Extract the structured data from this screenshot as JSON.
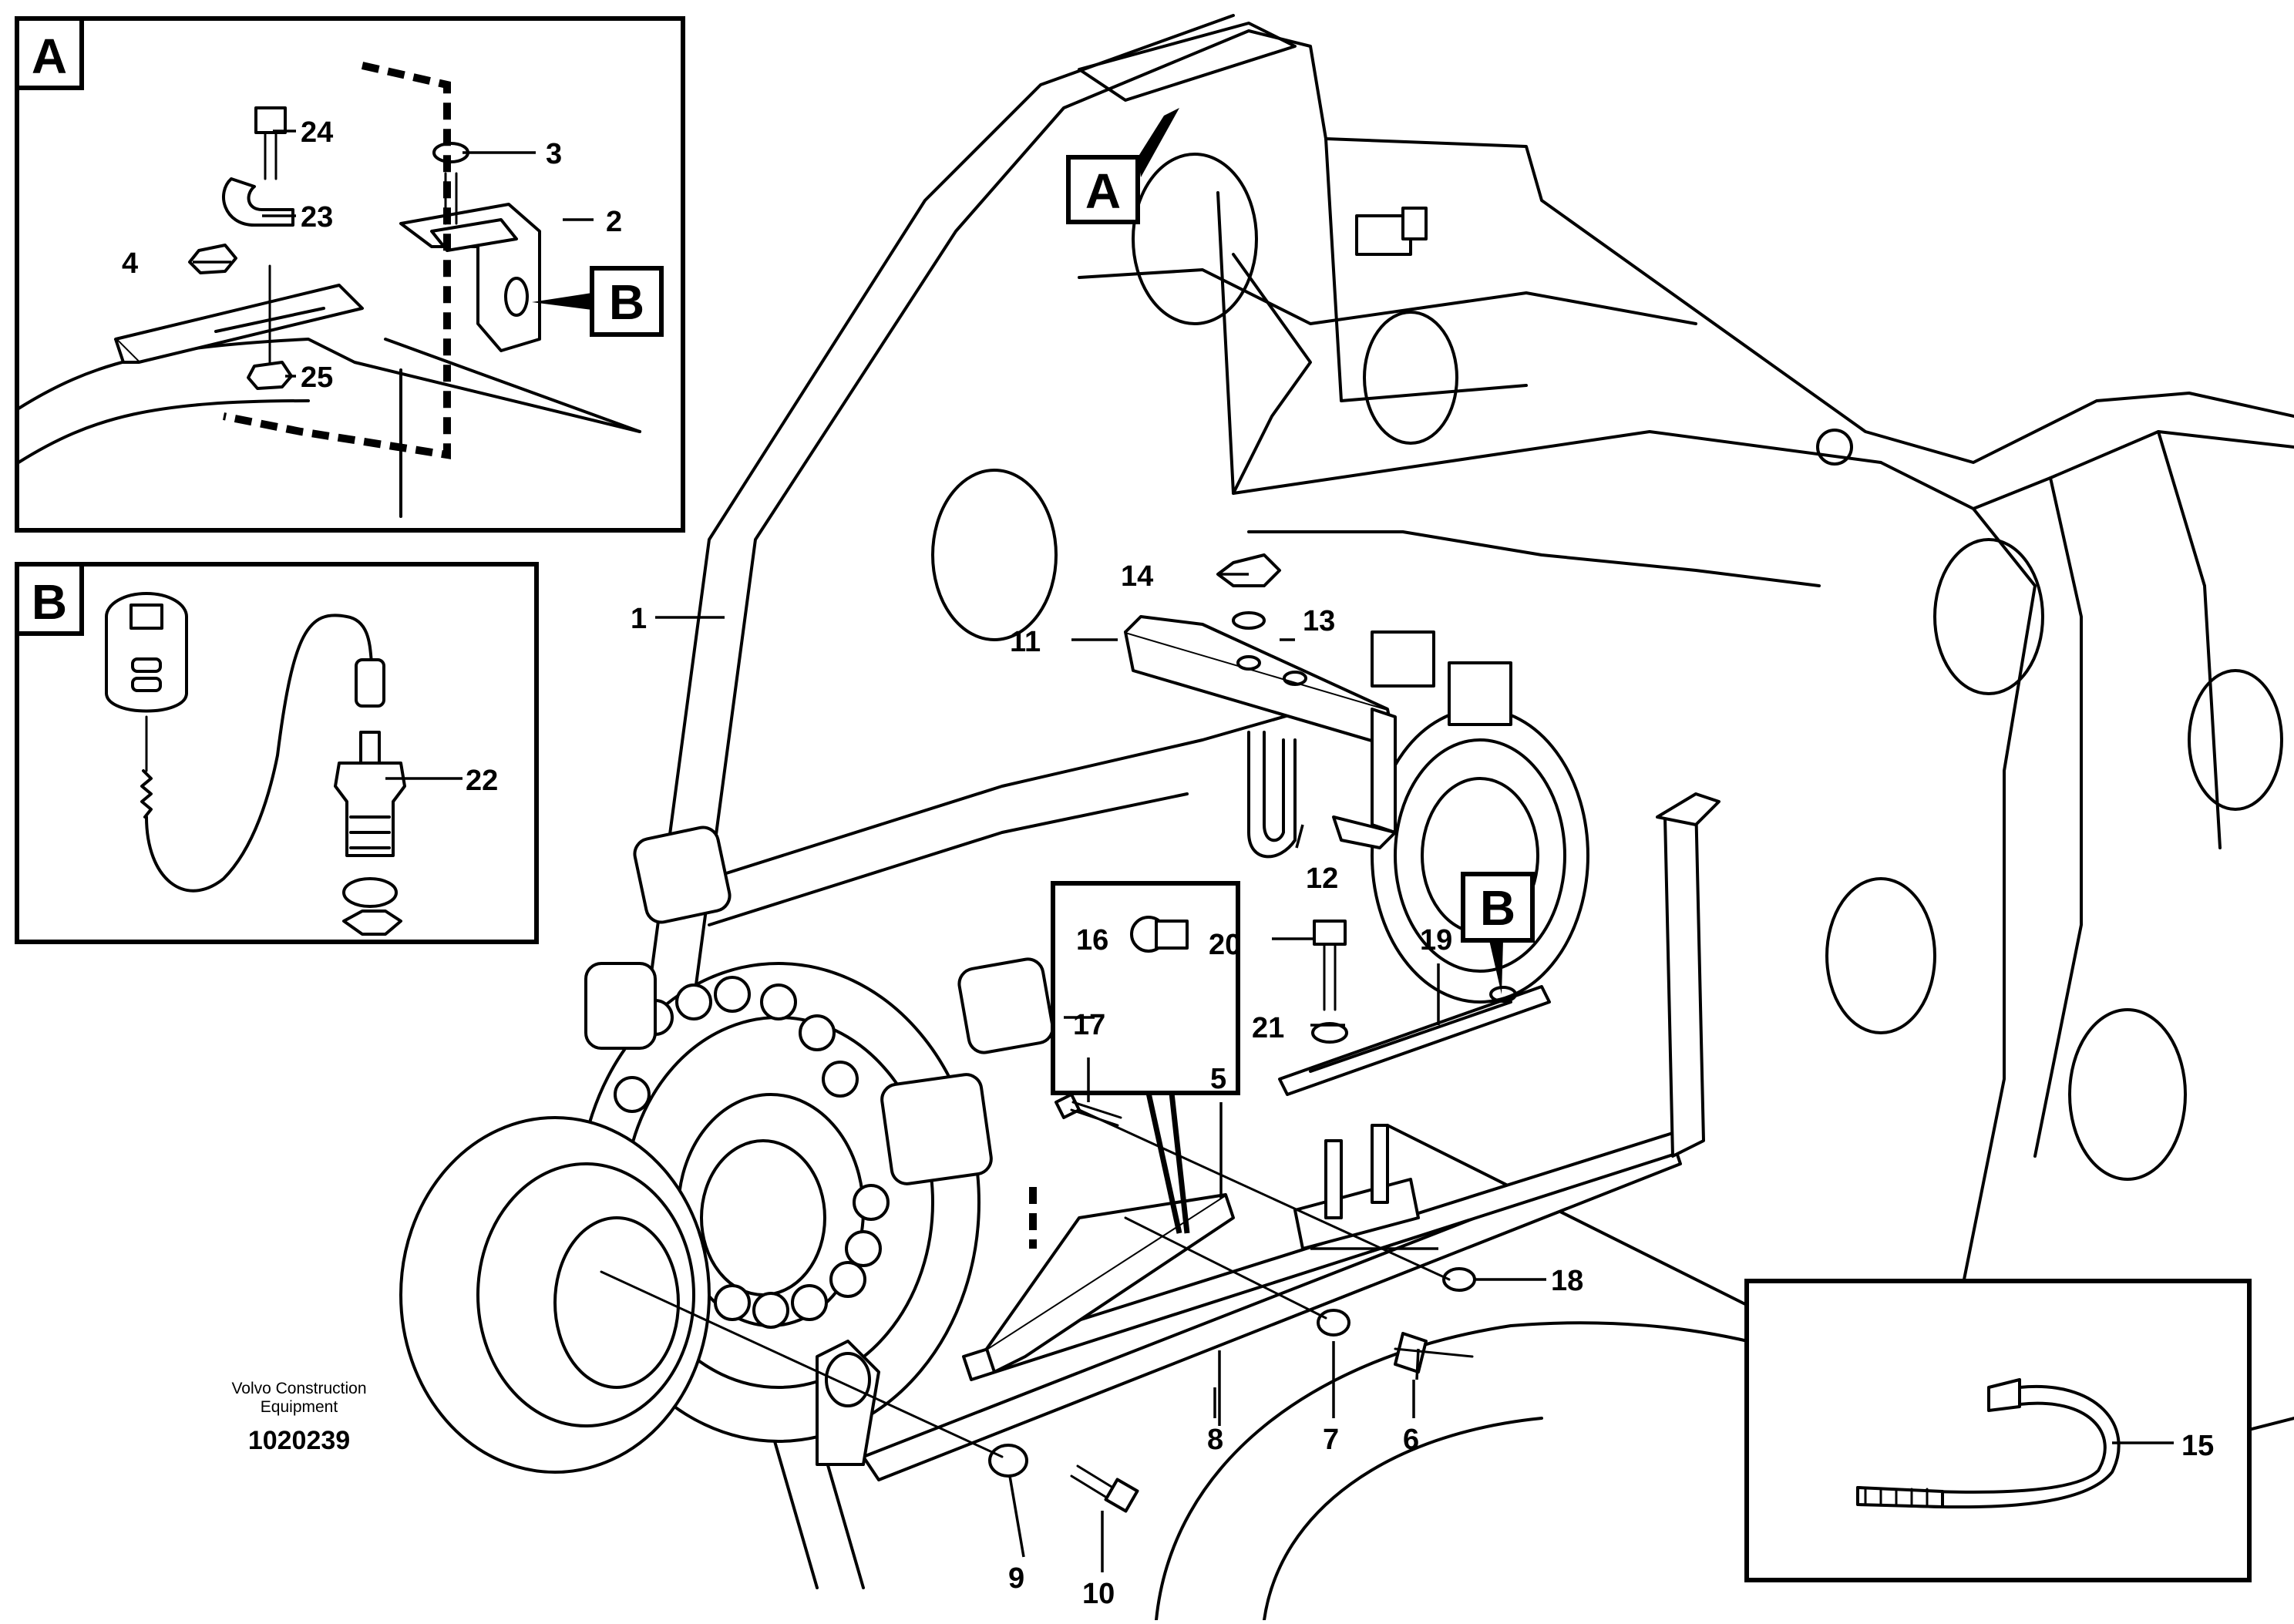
{
  "inset_labels": {
    "a": "A",
    "b": "B"
  },
  "callout_tags": {
    "a_main": "A",
    "b_main": "B",
    "b_inset_a": "B"
  },
  "part_numbers": {
    "p1": "1",
    "p2": "2",
    "p3": "3",
    "p4": "4",
    "p5": "5",
    "p6": "6",
    "p7": "7",
    "p8": "8",
    "p9": "9",
    "p10": "10",
    "p11": "11",
    "p12": "12",
    "p13": "13",
    "p14": "14",
    "p15": "15",
    "p16": "16",
    "p17": "17",
    "p18": "18",
    "p19": "19",
    "p20": "20",
    "p21": "21",
    "p22": "22",
    "p23": "23",
    "p24": "24",
    "p25": "25"
  },
  "footer": {
    "brand_line1": "Volvo Construction",
    "brand_line2": "Equipment",
    "figure_id": "1020239"
  }
}
